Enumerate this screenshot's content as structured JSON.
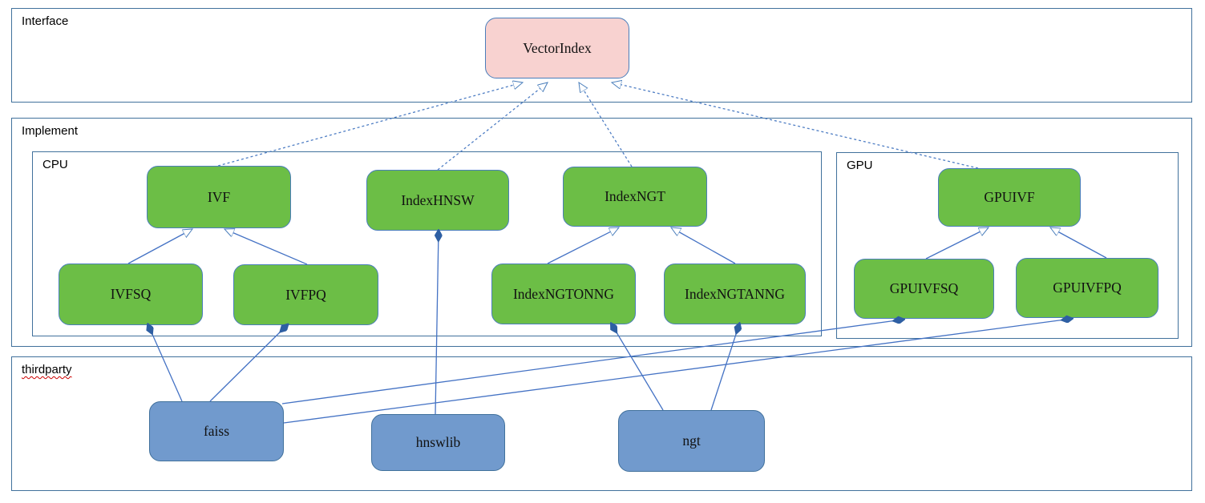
{
  "diagram": {
    "containers": [
      {
        "id": "interface",
        "label": "Interface"
      },
      {
        "id": "implement",
        "label": "Implement"
      },
      {
        "id": "cpu",
        "label": "CPU"
      },
      {
        "id": "gpu",
        "label": "GPU"
      },
      {
        "id": "thirdparty",
        "label": "thirdparty"
      }
    ],
    "nodes": [
      {
        "id": "vectorindex",
        "label": "VectorIndex",
        "group": "interface"
      },
      {
        "id": "ivf",
        "label": "IVF",
        "group": "cpu"
      },
      {
        "id": "indexhnsw",
        "label": "IndexHNSW",
        "group": "cpu"
      },
      {
        "id": "indexngt",
        "label": "IndexNGT",
        "group": "cpu"
      },
      {
        "id": "gpuivf",
        "label": "GPUIVF",
        "group": "gpu"
      },
      {
        "id": "ivfsq",
        "label": "IVFSQ",
        "group": "cpu"
      },
      {
        "id": "ivfpq",
        "label": "IVFPQ",
        "group": "cpu"
      },
      {
        "id": "indexngtonng",
        "label": "IndexNGTONNG",
        "group": "cpu"
      },
      {
        "id": "indexngtanng",
        "label": "IndexNGTANNG",
        "group": "cpu"
      },
      {
        "id": "gpuivfsq",
        "label": "GPUIVFSQ",
        "group": "gpu"
      },
      {
        "id": "gpuivfpq",
        "label": "GPUIVFPQ",
        "group": "gpu"
      },
      {
        "id": "faiss",
        "label": "faiss",
        "group": "thirdparty"
      },
      {
        "id": "hnswlib",
        "label": "hnswlib",
        "group": "thirdparty"
      },
      {
        "id": "ngt",
        "label": "ngt",
        "group": "thirdparty"
      }
    ],
    "edges": [
      {
        "from": "IVF",
        "to": "VectorIndex",
        "type": "realization"
      },
      {
        "from": "IndexHNSW",
        "to": "VectorIndex",
        "type": "realization"
      },
      {
        "from": "IndexNGT",
        "to": "VectorIndex",
        "type": "realization"
      },
      {
        "from": "GPUIVF",
        "to": "VectorIndex",
        "type": "realization"
      },
      {
        "from": "IVFSQ",
        "to": "IVF",
        "type": "generalization"
      },
      {
        "from": "IVFPQ",
        "to": "IVF",
        "type": "generalization"
      },
      {
        "from": "IndexNGTONNG",
        "to": "IndexNGT",
        "type": "generalization"
      },
      {
        "from": "IndexNGTANNG",
        "to": "IndexNGT",
        "type": "generalization"
      },
      {
        "from": "GPUIVFSQ",
        "to": "GPUIVF",
        "type": "generalization"
      },
      {
        "from": "GPUIVFPQ",
        "to": "GPUIVF",
        "type": "generalization"
      },
      {
        "from": "faiss",
        "to": "IVFSQ",
        "type": "composition"
      },
      {
        "from": "faiss",
        "to": "IVFPQ",
        "type": "composition"
      },
      {
        "from": "faiss",
        "to": "GPUIVFSQ",
        "type": "composition"
      },
      {
        "from": "faiss",
        "to": "GPUIVFPQ",
        "type": "composition"
      },
      {
        "from": "hnswlib",
        "to": "IndexHNSW",
        "type": "composition"
      },
      {
        "from": "ngt",
        "to": "IndexNGTONNG",
        "type": "composition"
      },
      {
        "from": "ngt",
        "to": "IndexNGTANNG",
        "type": "composition"
      }
    ],
    "colors": {
      "interface_fill": "#f8d2d0",
      "implementation_fill": "#6cbe46",
      "thirdparty_fill": "#719acd",
      "line_blue": "#4472c4",
      "container_border": "#41719c",
      "diamond_fill": "#2e5fa3"
    }
  }
}
